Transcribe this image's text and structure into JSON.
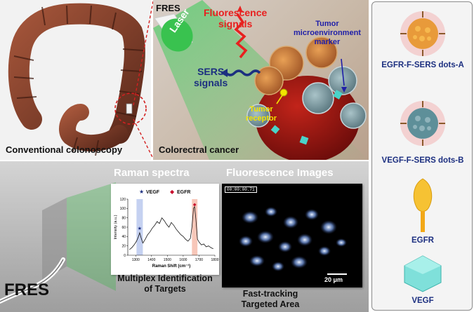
{
  "panel_colon": {
    "caption": "Conventional colonoscopy"
  },
  "panel_cancer": {
    "fres_label": "FRES",
    "laser_label": "Laser",
    "fluorescence_label_line1": "Fluorescence",
    "fluorescence_label_line2": "signals",
    "sers_label_line1": "SERS",
    "sers_label_line2": "signals",
    "marker_label_line1": "Tumor",
    "marker_label_line2": "microenvironment",
    "marker_label_line3": "marker",
    "receptor_label_line1": "Tumor",
    "receptor_label_line2": "receptor",
    "caption": "Colorectral cancer"
  },
  "panel_imaging": {
    "raman_title": "Raman spectra",
    "fluorescence_title": "Fluorescence Images",
    "fres_label": "FRES",
    "raman_caption_line1": "Multiplex Identification",
    "raman_caption_line2": "of Targets",
    "fluor_caption_line1": "Fast-tracking",
    "fluor_caption_line2": "Targeted Area",
    "timestamp": "00:00:00.71",
    "scale_bar_label": "20 μm"
  },
  "legend": {
    "items": [
      {
        "label": "EGFR-F-SERS dots-A"
      },
      {
        "label": "VEGF-F-SERS dots-B"
      },
      {
        "label": "EGFR"
      },
      {
        "label": "VEGF"
      }
    ]
  },
  "colors": {
    "fluorescence_red": "#e8201f",
    "sers_navy": "#1c2f80",
    "marker_blue": "#1f1fa8",
    "receptor_yellow": "#f2e400",
    "vegf_band": "#9fb3e8",
    "egfr_band": "#f2a18a",
    "egfr_marker": "#c8102e",
    "vegf_marker": "#1c2f80"
  },
  "chart_data": {
    "type": "line",
    "title": "",
    "xlabel": "Raman Shift (cm⁻¹)",
    "ylabel": "Intensity (a.u.)",
    "xlim": [
      1250,
      1800
    ],
    "ylim": [
      0,
      120
    ],
    "x_ticks": [
      1300,
      1400,
      1500,
      1600,
      1700,
      1800
    ],
    "y_ticks": [
      0,
      20,
      40,
      60,
      80,
      100,
      120
    ],
    "legend": [
      {
        "symbol": "★",
        "label": "VEGF",
        "color": "#1c2f80"
      },
      {
        "symbol": "◆",
        "label": "EGFR",
        "color": "#c8102e"
      }
    ],
    "bands": [
      {
        "name": "VEGF",
        "from": 1305,
        "to": 1345
      },
      {
        "name": "EGFR",
        "from": 1655,
        "to": 1690
      }
    ],
    "series": [
      {
        "x": [
          1260,
          1275,
          1290,
          1305,
          1315,
          1325,
          1335,
          1345,
          1360,
          1375,
          1390,
          1405,
          1420,
          1435,
          1450,
          1465,
          1480,
          1495,
          1510,
          1525,
          1540,
          1555,
          1570,
          1585,
          1600,
          1615,
          1630,
          1645,
          1655,
          1665,
          1672,
          1680,
          1690,
          1700,
          1715,
          1730,
          1745,
          1760,
          1775,
          1790
        ],
        "y": [
          12,
          16,
          22,
          30,
          38,
          48,
          36,
          26,
          34,
          44,
          50,
          58,
          64,
          72,
          68,
          80,
          74,
          66,
          60,
          70,
          64,
          56,
          50,
          44,
          40,
          34,
          30,
          36,
          60,
          100,
          104,
          78,
          34,
          28,
          22,
          24,
          18,
          20,
          16,
          14
        ]
      }
    ]
  }
}
